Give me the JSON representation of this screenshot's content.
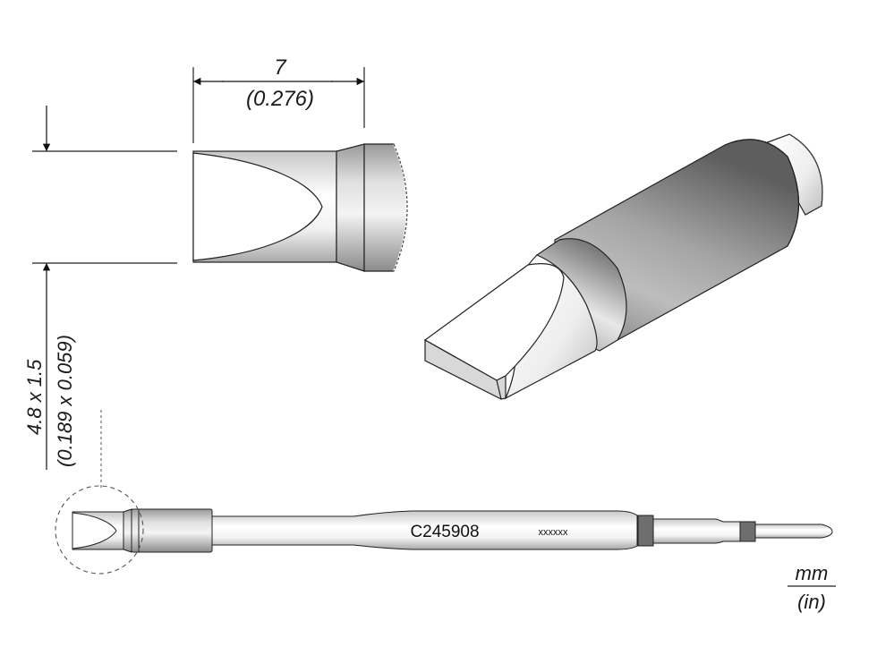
{
  "drawing": {
    "part_number": "C245908",
    "serial_placeholder": "xxxxxx",
    "dimensions": {
      "length": {
        "mm": "7",
        "in": "(0.276)"
      },
      "tip_size": {
        "mm": "4.8 x 1.5",
        "in": "(0.189 x 0.059)"
      }
    },
    "units": {
      "primary": "mm",
      "secondary": "(in)"
    },
    "views": [
      "side-view-detail",
      "isometric-view",
      "full-cartridge-view"
    ],
    "colors": {
      "line": "#1a1a1a",
      "body_dark": "#8a8a8a",
      "body_light": "#f2f2f2",
      "band_dark": "#6e6e6e"
    }
  }
}
